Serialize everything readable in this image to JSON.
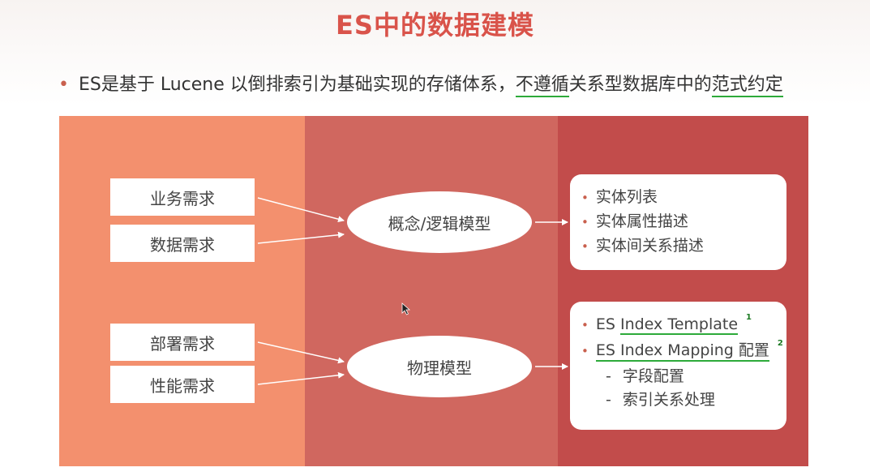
{
  "slide": {
    "title": "ES中的数据建模",
    "bullet": {
      "part1": "ES是基于 Lucene 以倒排索引为基础实现的存储体系，",
      "part2": "不遵循",
      "part3": "关系型数据库中的",
      "part4": "范式约定"
    }
  },
  "diagram": {
    "requirements": [
      "业务需求",
      "数据需求",
      "部署需求",
      "性能需求"
    ],
    "models": [
      "概念/逻辑模型",
      "物理模型"
    ],
    "logical_outputs": [
      "实体列表",
      "实体属性描述",
      "实体间关系描述"
    ],
    "physical_outputs": {
      "item1": "ES Index Template",
      "item2": "ES Index Mapping 配置",
      "badge1": "1",
      "badge2": "2",
      "subitems": [
        "字段配置",
        "索引关系处理"
      ]
    }
  },
  "colors": {
    "title": "#d9534a",
    "panel_left": "#f3906e",
    "panel_middle": "#d0675f",
    "panel_right": "#c24c4b",
    "highlight_underline": "#2daa3a"
  }
}
